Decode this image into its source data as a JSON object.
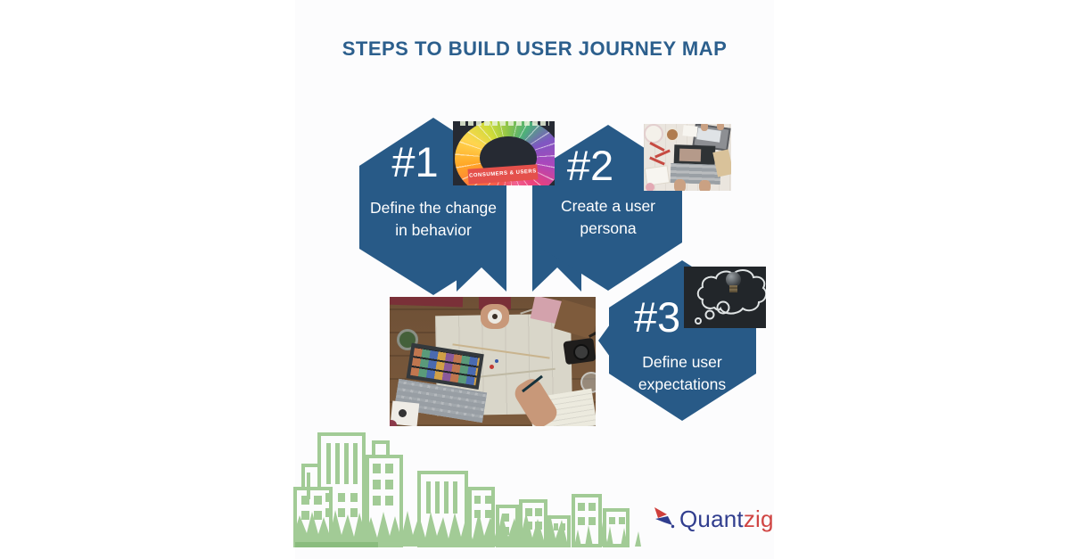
{
  "title": "STEPS TO BUILD USER JOURNEY MAP",
  "steps": [
    {
      "number": "#1",
      "label_line1": "Define the change",
      "label_line2": "in behavior"
    },
    {
      "number": "#2",
      "label_line1": "Create a user",
      "label_line2": "persona"
    },
    {
      "number": "#3",
      "label_line1": "Define user",
      "label_line2": "expectations"
    }
  ],
  "wheel_image": {
    "caption": "CONSUMERS & USERS"
  },
  "logo": {
    "text_primary": "Quant",
    "text_secondary": "zig"
  },
  "colors": {
    "hexagon_blue": "#285a87",
    "title_blue": "#2c5f8d",
    "skyline_green": "#a2cb96",
    "grass_bar_green": "#8abc7e",
    "logo_navy": "#303d8e",
    "logo_red": "#d04543"
  }
}
